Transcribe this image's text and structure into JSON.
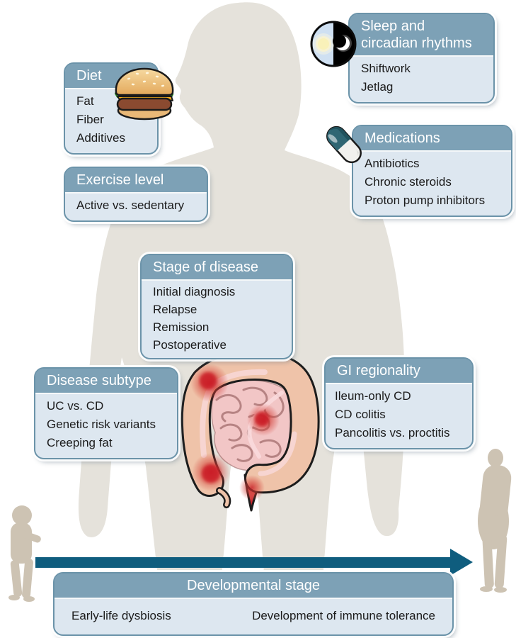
{
  "palette": {
    "box_header": "#7da1b6",
    "box_body": "#dde7f0",
    "box_border": "#6b93a9",
    "arrow": "#0f5d7e",
    "adult_silhouette": "#e5e2db",
    "small_figures": "#cdc3b3",
    "inflammation_red": "#c81e26",
    "colon": "#efc3a9",
    "small_intestine": "#f2c6c6"
  },
  "boxes": [
    {
      "id": "diet",
      "title": "Diet",
      "icon": "hamburger-icon",
      "items": [
        "Fat",
        "Fiber",
        "Additives"
      ]
    },
    {
      "id": "sleep",
      "title": "Sleep and circadian rhythms",
      "icon": "day-night-icon",
      "items": [
        "Shiftwork",
        "Jetlag"
      ]
    },
    {
      "id": "medications",
      "title": "Medications",
      "icon": "pill-icon",
      "items": [
        "Antibiotics",
        "Chronic steroids",
        "Proton pump inhibitors"
      ]
    },
    {
      "id": "exercise",
      "title": "Exercise level",
      "items": [
        "Active vs. sedentary"
      ]
    },
    {
      "id": "stage",
      "title": "Stage of disease",
      "items": [
        "Initial diagnosis",
        "Relapse",
        "Remission",
        "Postoperative"
      ]
    },
    {
      "id": "subtype",
      "title": "Disease subtype",
      "items": [
        "UC vs. CD",
        "Genetic risk variants",
        "Creeping fat"
      ]
    },
    {
      "id": "gi",
      "title": "GI regionality",
      "items": [
        "Ileum-only CD",
        "CD colitis",
        "Pancolitis vs. proctitis"
      ]
    },
    {
      "id": "developmental",
      "title": "Developmental stage",
      "items": [
        "Early-life dysbiosis",
        "Development of immune tolerance"
      ]
    }
  ]
}
